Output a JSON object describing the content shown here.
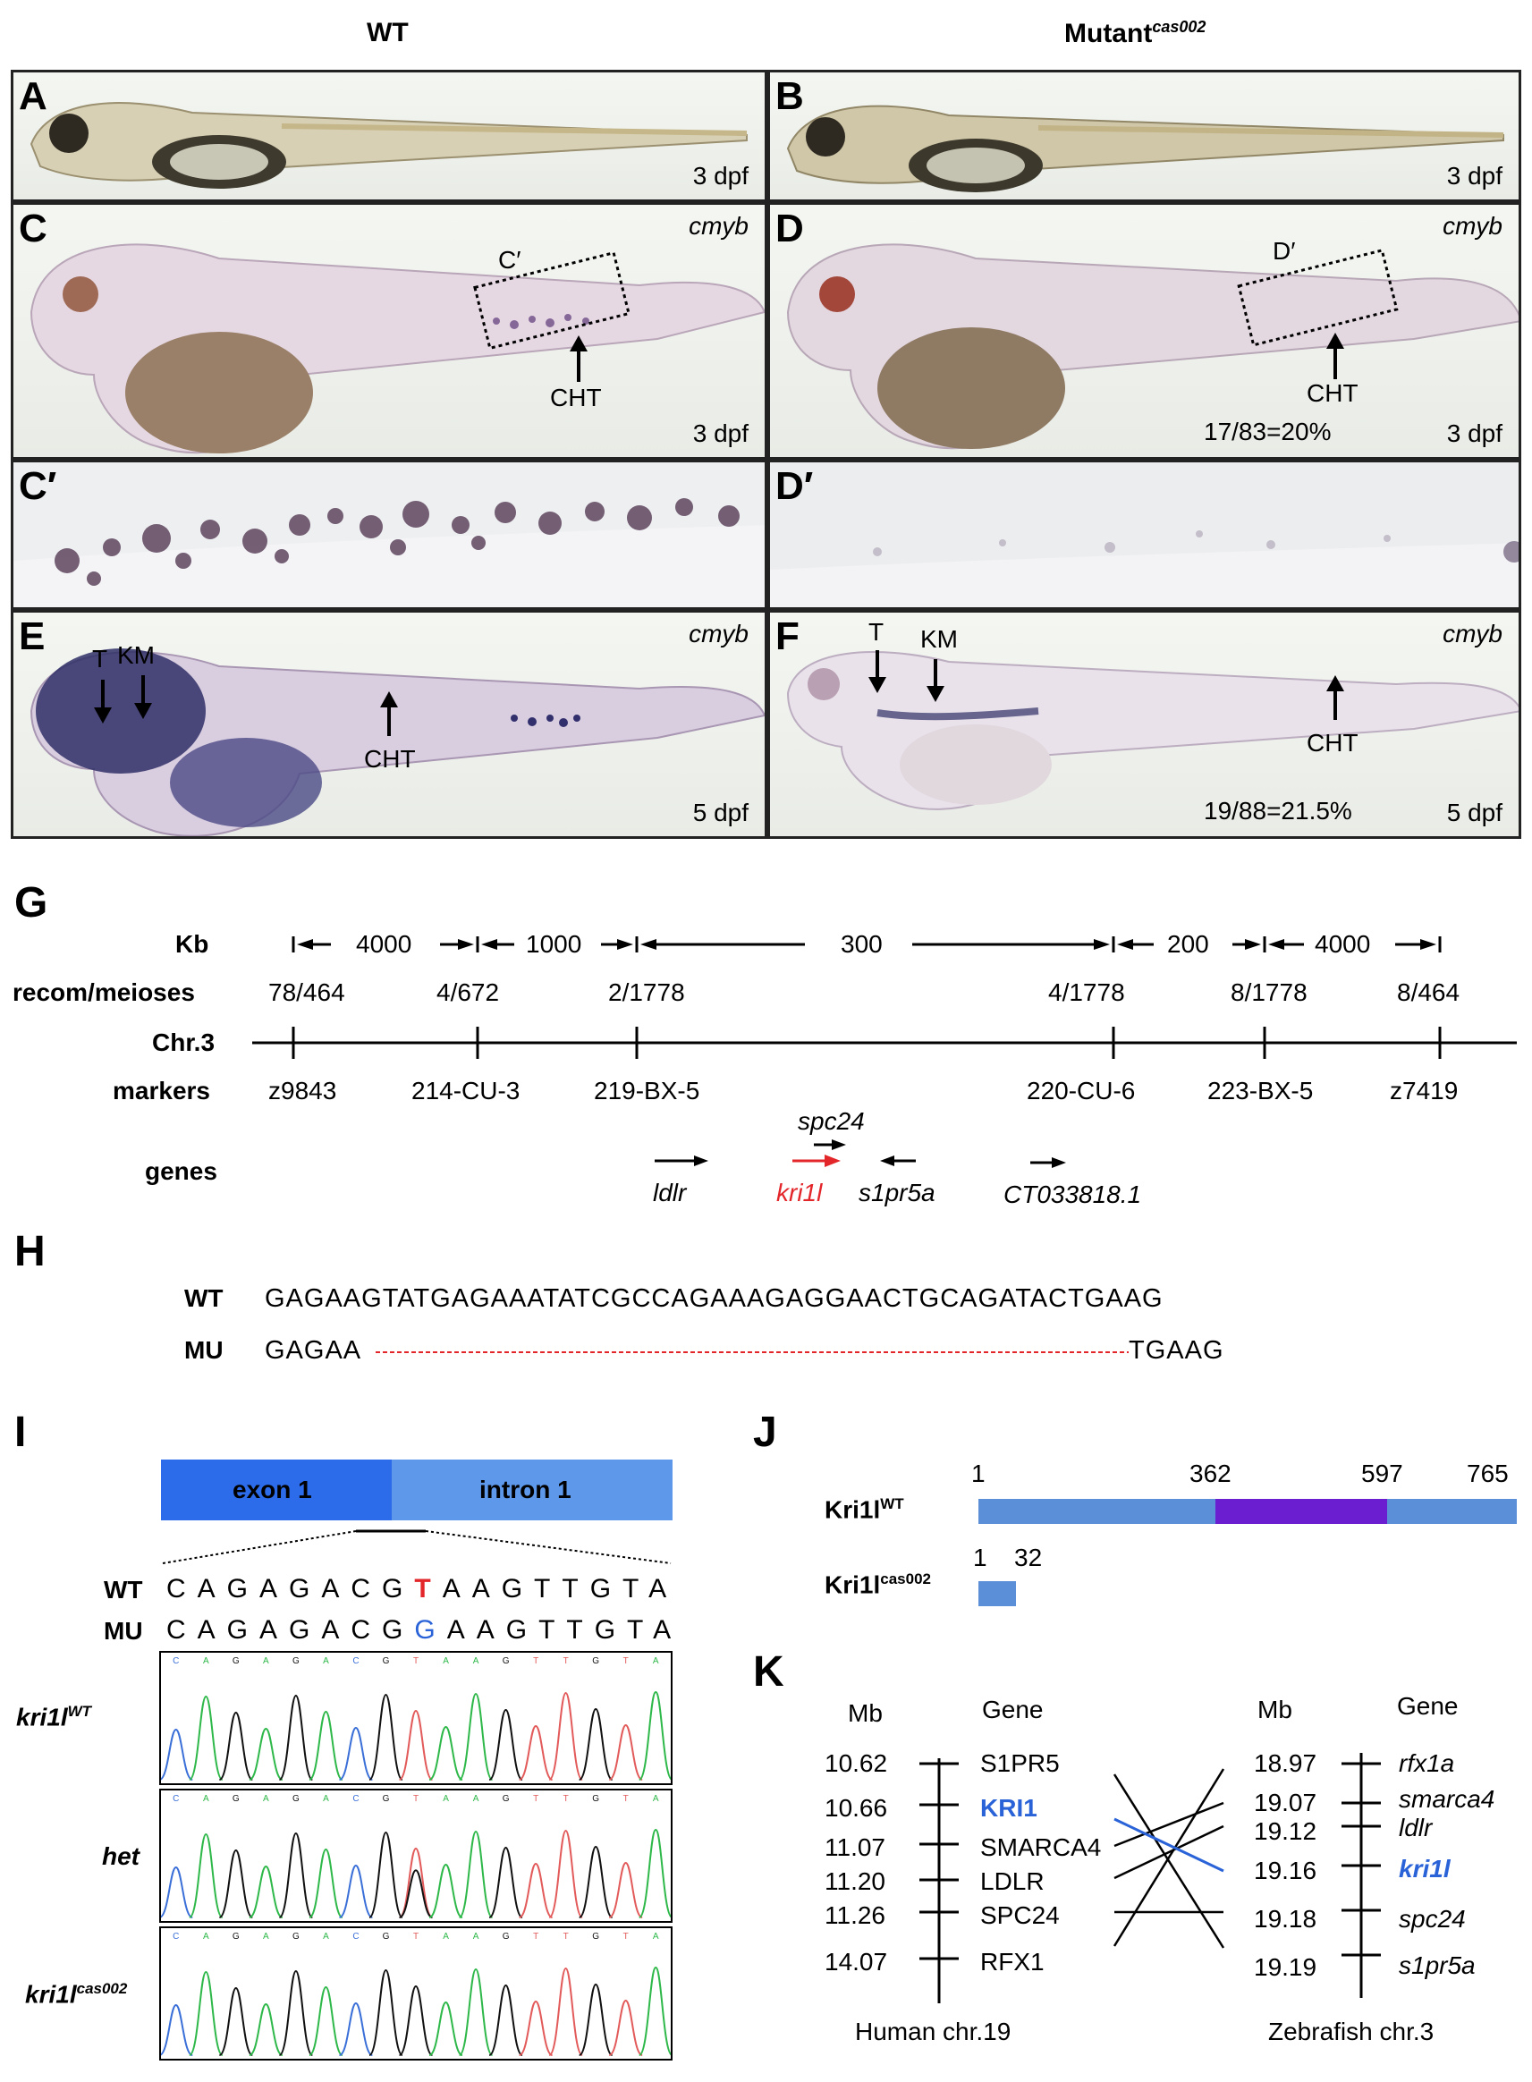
{
  "headers": {
    "wt": "WT",
    "mutant": "Mutant",
    "mutant_sup": "cas002"
  },
  "panels": {
    "A": {
      "label": "A",
      "stage": "3 dpf"
    },
    "B": {
      "label": "B",
      "stage": "3 dpf"
    },
    "C": {
      "label": "C",
      "gene": "cmyb",
      "stage": "3 dpf",
      "box_label": "C′",
      "arrow_label": "CHT"
    },
    "D": {
      "label": "D",
      "gene": "cmyb",
      "stage": "3 dpf",
      "box_label": "D′",
      "arrow_label": "CHT",
      "ratio": "17/83=20%"
    },
    "Cp": {
      "label": "C′"
    },
    "Dp": {
      "label": "D′"
    },
    "E": {
      "label": "E",
      "gene": "cmyb",
      "stage": "5 dpf",
      "t": "T",
      "km": "KM",
      "arrow_label": "CHT"
    },
    "F": {
      "label": "F",
      "gene": "cmyb",
      "stage": "5 dpf",
      "t": "T",
      "km": "KM",
      "arrow_label": "CHT",
      "ratio": "19/88=21.5%"
    }
  },
  "G": {
    "label": "G",
    "row_labels": {
      "kb": "Kb",
      "recom": "recom/meioses",
      "chr": "Chr.3",
      "markers": "markers",
      "genes": "genes"
    },
    "kb_values": [
      "4000",
      "1000",
      "300",
      "200",
      "4000"
    ],
    "recom": [
      "78/464",
      "4/672",
      "2/1778",
      "4/1778",
      "8/1778",
      "8/464"
    ],
    "markers": [
      "z9843",
      "214-CU-3",
      "219-BX-5",
      "220-CU-6",
      "223-BX-5",
      "z7419"
    ],
    "genes": {
      "ldlr": "ldlr",
      "kri1l": "kri1l",
      "spc24": "spc24",
      "s1pr5a": "s1pr5a",
      "ct": "CT033818.1"
    }
  },
  "H": {
    "label": "H",
    "wt_label": "WT",
    "wt_seq": "GAGAAGTATGAGAAATATCGCCAGAAAGAGGAACTGCAGATACTGAAG",
    "mu_label": "MU",
    "mu_start": "GAGAA",
    "mu_end": "TGAAG"
  },
  "I": {
    "label": "I",
    "exon": "exon 1",
    "intron": "intron 1",
    "wt_label": "WT",
    "wt_pre": "CAGAGACG",
    "wt_snp": "T",
    "wt_post": "AAGTTGTA",
    "mu_label": "MU",
    "mu_pre": "CAGAGACG",
    "mu_snp": "G",
    "mu_post": "AAGTTGTA",
    "traces": [
      {
        "name": "kri1l",
        "sup": "WT"
      },
      {
        "name": "het",
        "sup": ""
      },
      {
        "name": "kri1l",
        "sup": "cas002"
      }
    ],
    "bases": [
      "C",
      "A",
      "G",
      "A",
      "G",
      "A",
      "C",
      "G",
      "T",
      "A",
      "A",
      "G",
      "T",
      "T",
      "G",
      "T",
      "A"
    ],
    "trace_colors": {
      "A": "#2fb84a",
      "C": "#3a6fd8",
      "G": "#111111",
      "T": "#e25a5a"
    }
  },
  "J": {
    "label": "J",
    "wt_name": "Kri1l",
    "wt_sup": "WT",
    "mut_name": "Kri1l",
    "mut_sup": "cas002",
    "ticks": [
      "1",
      "362",
      "597",
      "765"
    ],
    "mut_ticks": [
      "1",
      "32"
    ],
    "colors": {
      "domain": "#5b8fd8",
      "motif": "#6a1ed0"
    }
  },
  "K": {
    "label": "K",
    "human": {
      "mb_header": "Mb",
      "gene_header": "Gene",
      "title": "Human chr.19",
      "rows": [
        {
          "mb": "10.62",
          "gene": "S1PR5"
        },
        {
          "mb": "10.66",
          "gene": "KRI1"
        },
        {
          "mb": "11.07",
          "gene": "SMARCA4"
        },
        {
          "mb": "11.20",
          "gene": "LDLR"
        },
        {
          "mb": "11.26",
          "gene": "SPC24"
        },
        {
          "mb": "14.07",
          "gene": "RFX1"
        }
      ]
    },
    "zebrafish": {
      "mb_header": "Mb",
      "gene_header": "Gene",
      "title": "Zebrafish chr.3",
      "rows": [
        {
          "mb": "18.97",
          "gene": "rfx1a"
        },
        {
          "mb": "19.07",
          "gene": "smarca4"
        },
        {
          "mb": "19.12",
          "gene": "ldlr"
        },
        {
          "mb": "19.16",
          "gene": "kri1l"
        },
        {
          "mb": "19.18",
          "gene": "spc24"
        },
        {
          "mb": "19.19",
          "gene": "s1pr5a"
        }
      ]
    }
  }
}
